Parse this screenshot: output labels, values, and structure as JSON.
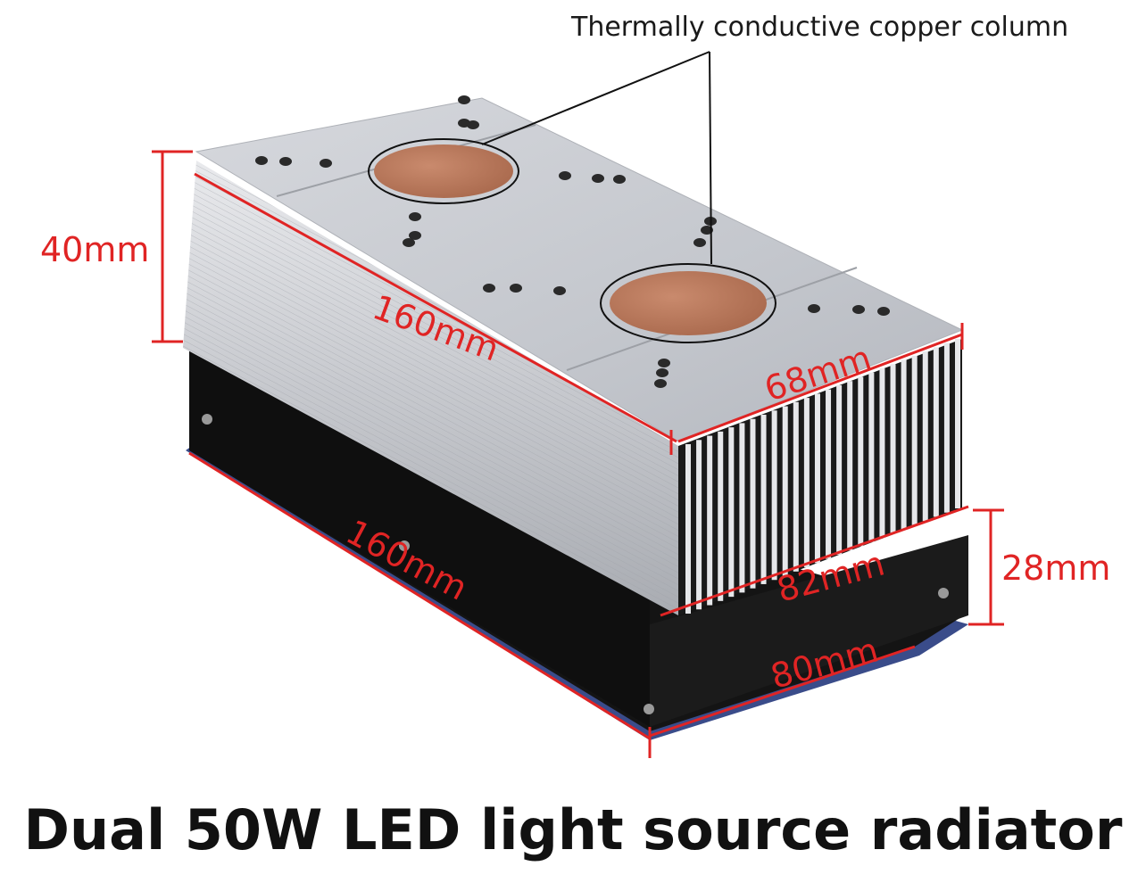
{
  "callout": {
    "label": "Thermally conductive copper column"
  },
  "dimensions": {
    "height_top": "40mm",
    "length_top": "160mm",
    "width_top": "68mm",
    "length_bottom": "160mm",
    "width_fin": "82mm",
    "width_fan": "80mm",
    "height_fan": "28mm"
  },
  "caption": {
    "text": "Dual 50W LED light source radiator"
  },
  "colors": {
    "dimension_red": "#e02424",
    "aluminum": "#c9ccd2",
    "copper": "#b8785c",
    "fan_black": "#141414",
    "pcb_blue": "#3a4c8a"
  }
}
